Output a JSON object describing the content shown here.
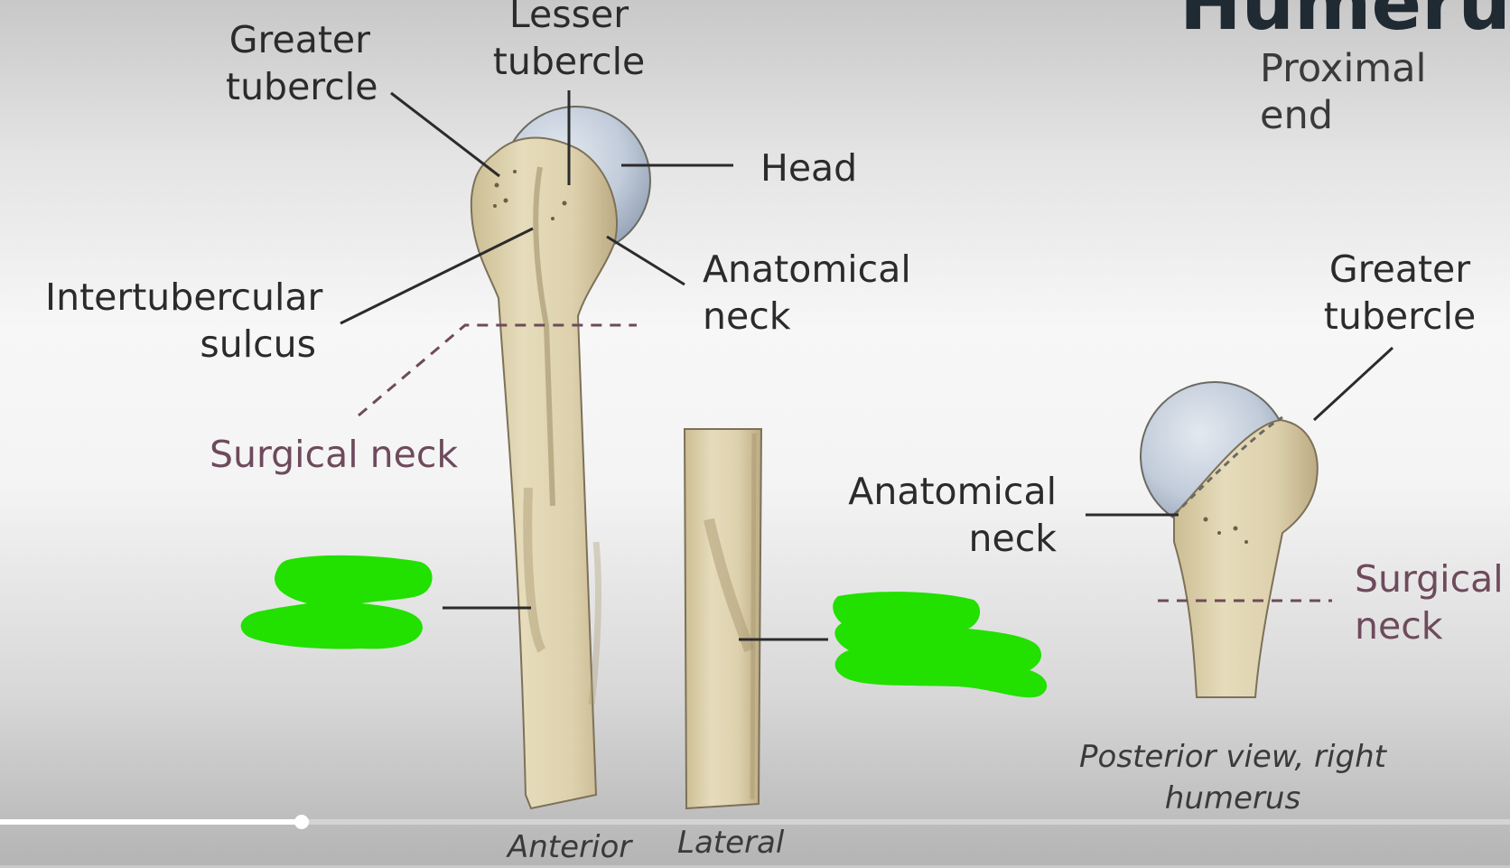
{
  "header": {
    "title": "Humerus",
    "subtitle": "Proximal end"
  },
  "anterior_view": {
    "greater_tubercle": "Greater\ntubercle",
    "lesser_tubercle": "Lesser\ntubercle",
    "head": "Head",
    "anatomical_neck": "Anatomical\nneck",
    "intertubercular_sulcus": "Intertubercular\nsulcus",
    "surgical_neck": "Surgical neck",
    "caption": "Anterior"
  },
  "lateral_view": {
    "caption": "Lateral"
  },
  "posterior_view": {
    "greater_tubercle": "Greater\ntubercle",
    "anatomical_neck": "Anatomical\nneck",
    "surgical_neck": "Surgical\nneck",
    "caption": "Posterior view, right\nhumerus"
  },
  "video": {
    "progress_percent": 20
  },
  "colors": {
    "bone": "#dcd0aa",
    "bone_shadow": "#b5a47e",
    "cartilage": "#bcc8d8",
    "label_text": "#2b2b2b",
    "surgical_neck": "#6e4a5c",
    "redaction": "#22e000"
  }
}
